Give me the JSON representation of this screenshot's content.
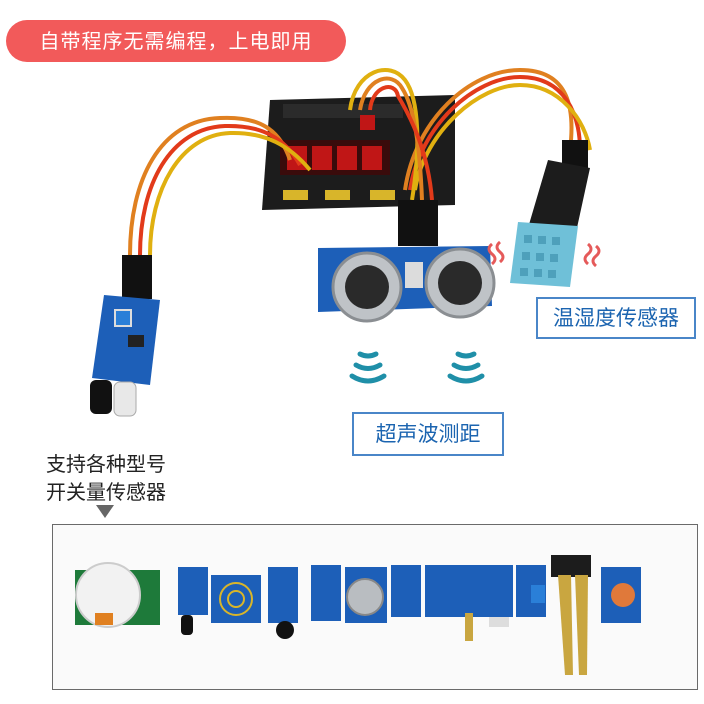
{
  "badge": {
    "text": "自带程序无需编程，上电即用"
  },
  "labels": {
    "temperature_humidity": "温湿度传感器",
    "ultrasonic": "超声波测距",
    "switch_sensors_line1": "支持各种型号",
    "switch_sensors_line2": "开关量传感器"
  },
  "colors": {
    "badge": "#f25a5a",
    "label_border": "#4a86c8",
    "label_text": "#1b64b0",
    "pcb_blue": "#1d5fb8",
    "pcb_black": "#1c1c1c",
    "wave_teal": "#1f8fa8",
    "heat_red": "#e55a5a"
  }
}
